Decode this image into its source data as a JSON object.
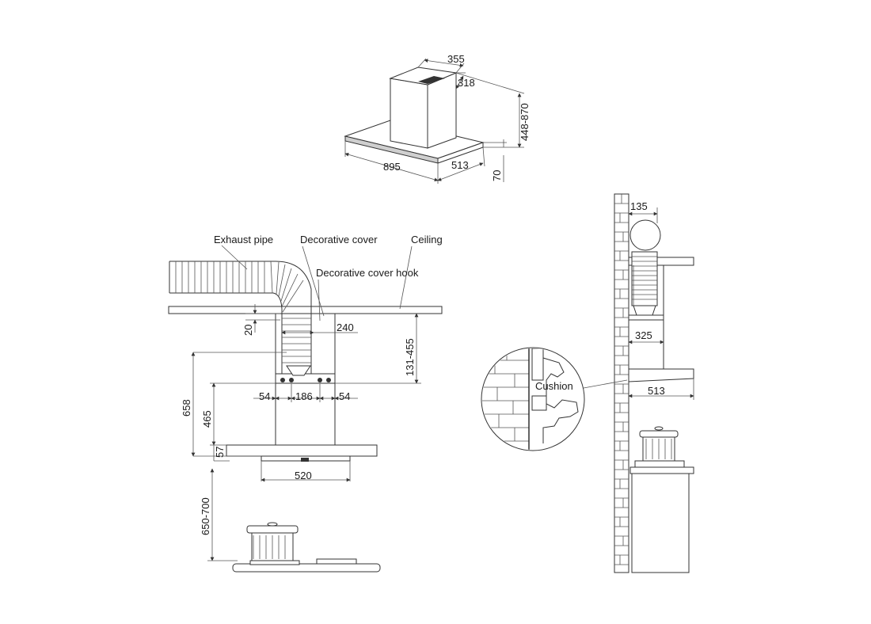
{
  "diagram": {
    "top_view": {
      "dims": {
        "d355": "355",
        "d318": "318",
        "d448": "448-870",
        "d895": "895",
        "d513": "513",
        "d70": "70"
      }
    },
    "front_view": {
      "labels": {
        "exhaust_pipe": "Exhaust pipe",
        "decorative_cover": "Decorative cover",
        "ceiling": "Ceiling",
        "decorative_cover_hook": "Decorative cover hook"
      },
      "dims": {
        "d20": "20",
        "d240": "240",
        "d131": "131-455",
        "d54a": "54",
        "d186": "186",
        "d54b": "54",
        "d658": "658",
        "d465": "465",
        "d57": "57",
        "d520": "520",
        "d650": "650-700"
      }
    },
    "side_view": {
      "labels": {
        "cushion": "Cushion"
      },
      "dims": {
        "d135": "135",
        "d325": "325",
        "d513": "513"
      }
    }
  }
}
